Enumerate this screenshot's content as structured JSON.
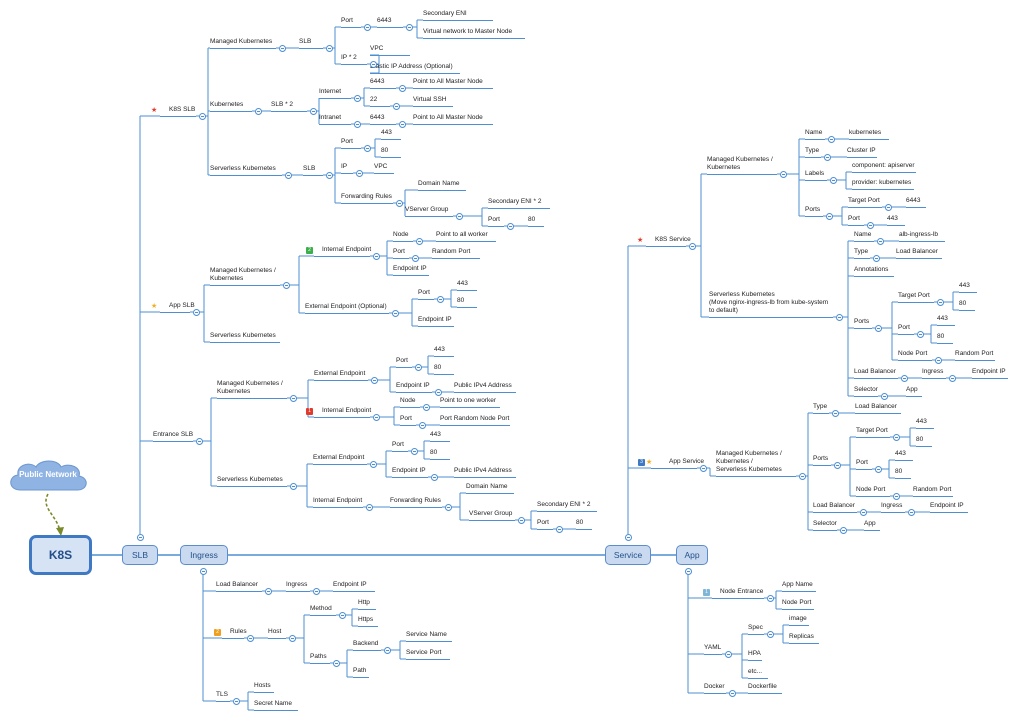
{
  "root": "K8S",
  "external": "Public Network",
  "colors": {
    "line": "#4d8fd1",
    "node_fill": "#c9daf0",
    "cloud": "#8fb3e3"
  },
  "topics": {
    "slb": "SLB",
    "ingress": "Ingress",
    "service": "Service",
    "app": "App"
  },
  "nodes": {
    "k8s_slb": "K8S SLB",
    "mk": "Managed Kubernetes",
    "mk_slb": "SLB",
    "mk_port": "Port",
    "mk_6443": "6443",
    "mk_seni": "Secondary ENI",
    "mk_vnet": "Virtual network to Master Node",
    "mk_ip2": "IP * 2",
    "mk_vpc": "VPC",
    "mk_eip": "Elastic IP Address (Optional)",
    "k": "Kubernetes",
    "k_slb2": "SLB * 2",
    "k_internet": "Internet",
    "k_6443a": "6443",
    "k_pam1": "Point to All Master Node",
    "k_22": "22",
    "k_vssh": "Virtual SSH",
    "k_intranet": "Intranet",
    "k_6443b": "6443",
    "k_pam2": "Point to All Master Node",
    "sk": "Serverless Kubernetes",
    "sk_slb": "SLB",
    "sk_port": "Port",
    "sk_443": "443",
    "sk_80": "80",
    "sk_ip": "IP",
    "sk_vpc": "VPC",
    "sk_fr": "Forwarding Rules",
    "sk_dn": "Domain Name",
    "sk_vsg": "VServer Group",
    "sk_seni2": "Secondary ENI * 2",
    "sk_port2": "Port",
    "sk_80b": "80",
    "app_slb": "App SLB",
    "as_mk": "Managed Kubernetes / \nKubernetes",
    "as_ie": "Internal Endpoint",
    "as_node": "Node",
    "as_paw": "Point to all worker",
    "as_port": "Port",
    "as_rp": "Random Port",
    "as_epip": "Endpoint IP",
    "as_ee": "External Endpoint (Optional)",
    "as_port2": "Port",
    "as_443": "443",
    "as_80": "80",
    "as_epip2": "Endpoint IP",
    "as_sk": "Serverless Kubernetes",
    "entrance_slb": "Entrance SLB",
    "es_mk": "Managed Kubernetes / \nKubernetes",
    "es_ee": "External Endpoint",
    "es_port": "Port",
    "es_443": "443",
    "es_80": "80",
    "es_epip": "Endpoint IP",
    "es_pub": "Public IPv4 Address",
    "es_ie": "Internal Endpoint",
    "es_node": "Node",
    "es_pow": "Point to one worker",
    "es_port2": "Port",
    "es_prnp": "Port Random Node Port",
    "es_sk": "Serverless Kubernetes",
    "es_ee2": "External Endpoint",
    "es_port3": "Port",
    "es_443b": "443",
    "es_80b": "80",
    "es_epip3": "Endpoint IP",
    "es_pub2": "Public IPv4 Address",
    "es_ie2": "Internal Endpoint",
    "es_fr": "Forwarding Rules",
    "es_dn": "Domain Name",
    "es_vsg": "VServer Group",
    "es_seni2": "Secondary ENI * 2",
    "es_port4": "Port",
    "es_80c": "80",
    "ing_lb": "Load Balancer",
    "ing_ingress": "Ingress",
    "ing_epip": "Endpoint IP",
    "ing_rules": "Rules",
    "ing_host": "Host",
    "ing_method": "Method",
    "ing_http": "Http",
    "ing_https": "Https",
    "ing_paths": "Paths",
    "ing_backend": "Backend",
    "ing_sname": "Service Name",
    "ing_sport": "Service Port",
    "ing_path": "Path",
    "ing_tls": "TLS",
    "ing_hosts": "Hosts",
    "ing_secret": "Secret Name",
    "k8s_service": "K8S Service",
    "svc_mk": "Managed Kubernetes / \nKubernetes",
    "svc_name": "Name",
    "svc_kubernetes": "kubernetes",
    "svc_type": "Type",
    "svc_cip": "Cluster IP",
    "svc_labels": "Labels",
    "svc_comp": "component: apiserver",
    "svc_prov": "provider: kubernetes",
    "svc_ports": "Ports",
    "svc_tport": "Target Port",
    "svc_6443": "6443",
    "svc_port": "Port",
    "svc_443": "443",
    "svc_sk": "Serverless Kubernetes\n(Move nginx-ingress-lb from kube-system\nto default)",
    "svc_name2": "Name",
    "svc_alb": "alb-ingress-lb",
    "svc_type2": "Type",
    "svc_lb": "Load Balancer",
    "svc_ann": "Annotations",
    "svc_ports2": "Ports",
    "svc_tport2": "Target Port",
    "svc_443b": "443",
    "svc_80b": "80",
    "svc_port2": "Port",
    "svc_443c": "443",
    "svc_80c": "80",
    "svc_nport": "Node Port",
    "svc_rport": "Random Port",
    "svc_lb2": "Load Balancer",
    "svc_ingress": "Ingress",
    "svc_epip": "Endpoint IP",
    "svc_sel": "Selector",
    "svc_app": "App",
    "app_service": "App Service",
    "as2_mk": "Managed Kubernetes / \nKubernetes / \nServerless Kubernetes",
    "as2_type": "Type",
    "as2_lb": "Load Balancer",
    "as2_ports": "Ports",
    "as2_tport": "Target Port",
    "as2_443": "443",
    "as2_80": "80",
    "as2_port": "Port",
    "as2_443b": "443",
    "as2_80b": "80",
    "as2_nport": "Node Port",
    "as2_rport": "Random Port",
    "as2_lb2": "Load Balancer",
    "as2_ingress": "Ingress",
    "as2_epip": "Endpoint IP",
    "as2_sel": "Selector",
    "as2_app": "App",
    "app_ne": "Node Entrance",
    "app_an": "App Name",
    "app_np": "Node Port",
    "app_yaml": "YAML",
    "app_spec": "Spec",
    "app_image": "image",
    "app_replicas": "Replicas",
    "app_hpa": "HPA",
    "app_etc": "etc...",
    "app_docker": "Docker",
    "app_dockerfile": "Dockerfile"
  },
  "badges": {
    "b1": "2",
    "b2": "1",
    "b3": "3",
    "b4": "2",
    "b5": "1"
  }
}
